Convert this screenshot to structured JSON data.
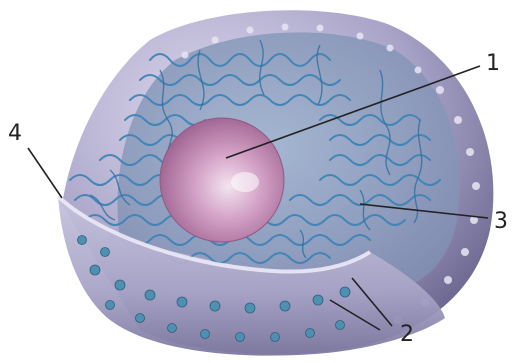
{
  "labels": {
    "l1": "1",
    "l2": "2",
    "l3": "3",
    "l4": "4"
  },
  "colors": {
    "background": "#ffffff",
    "envelope": "#b6b2cf",
    "envelope_dark": "#6f6a93",
    "chromatin": "#3f84b6",
    "nucleolus": "#c98fb8",
    "pore": "#4f8fb0",
    "label_text": "#222222"
  },
  "parts": {
    "1": "nucleolus",
    "2": "nuclear-pore",
    "3": "chromatin",
    "4": "nuclear-envelope"
  }
}
